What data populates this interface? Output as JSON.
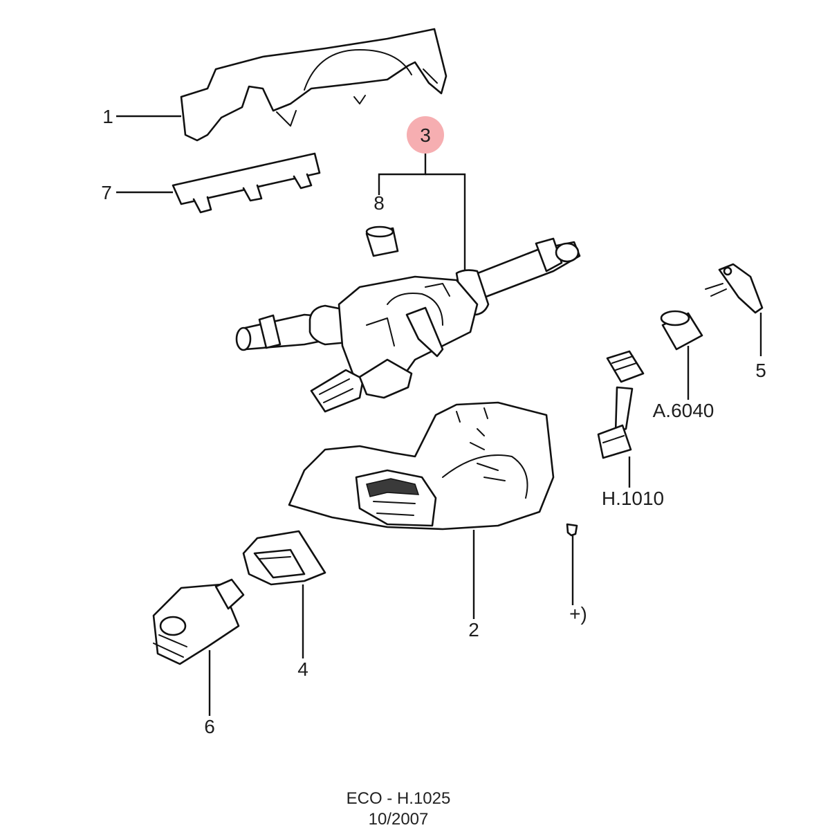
{
  "callouts": {
    "p1": "1",
    "p2": "2",
    "p3": "3",
    "p4": "4",
    "p5": "5",
    "p6": "6",
    "p7": "7",
    "p8": "8",
    "a6040": "A.6040",
    "h1010": "H.1010",
    "screw_note": "+)"
  },
  "highlight": {
    "callout": "3",
    "color": "#f4a0a3"
  },
  "footer": {
    "code": "ECO - H.1025",
    "date": "10/2007"
  }
}
